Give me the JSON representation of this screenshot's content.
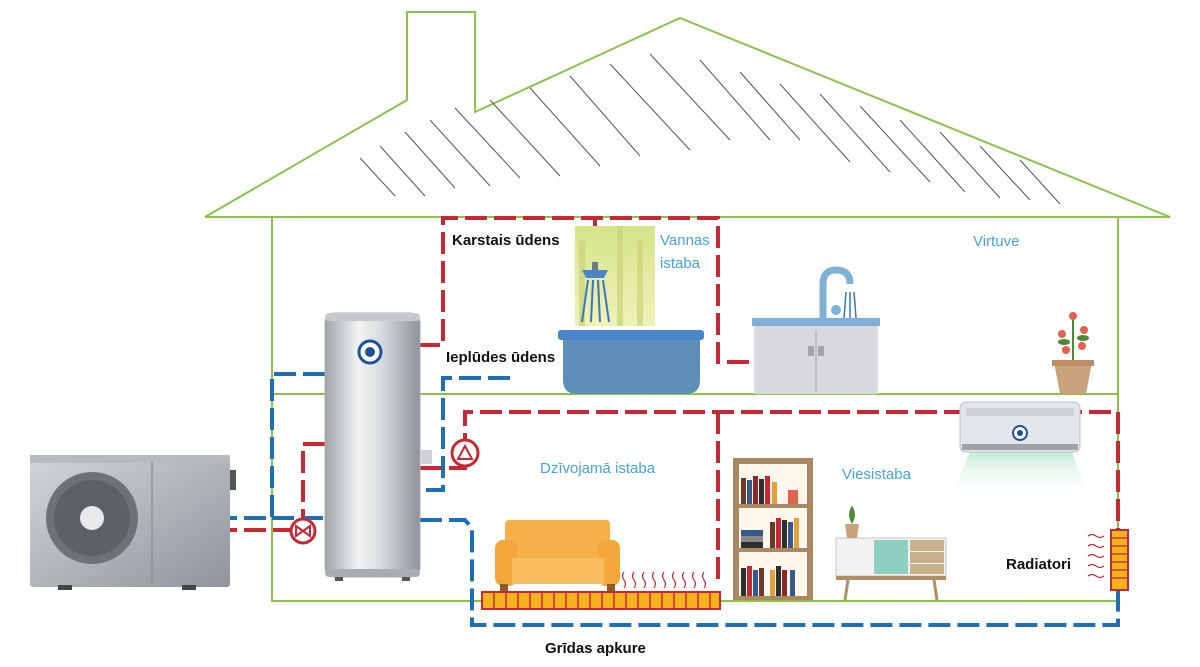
{
  "labels": {
    "hot_water": "Karstais ūdens",
    "inlet_water": "Ieplūdes ūdens",
    "floor_heating": "Grīdas apkure",
    "radiators": "Radiatori"
  },
  "rooms": {
    "bathroom_line1": "Vannas",
    "bathroom_line2": "istaba",
    "kitchen": "Virtuve",
    "living_room": "Dzīvojamā istaba",
    "guest_room": "Viesistaba"
  },
  "colors": {
    "house_outline": "#8bc34a",
    "hot_pipe": "#c62834",
    "cold_pipe": "#1f6fb2",
    "room_label": "#4aa3d8",
    "floor_heater": "#f5b21b",
    "sofa": "#f6b04a",
    "ac_airflow": "#cfeedd"
  },
  "icons": {
    "heat_pump": "heat-pump-icon",
    "boiler": "water-tank-icon",
    "pump": "circulation-pump-icon",
    "valve": "three-way-valve-icon",
    "shower": "shower-icon",
    "faucet": "faucet-icon",
    "air_conditioner": "air-conditioner-icon",
    "radiator": "radiator-icon"
  }
}
